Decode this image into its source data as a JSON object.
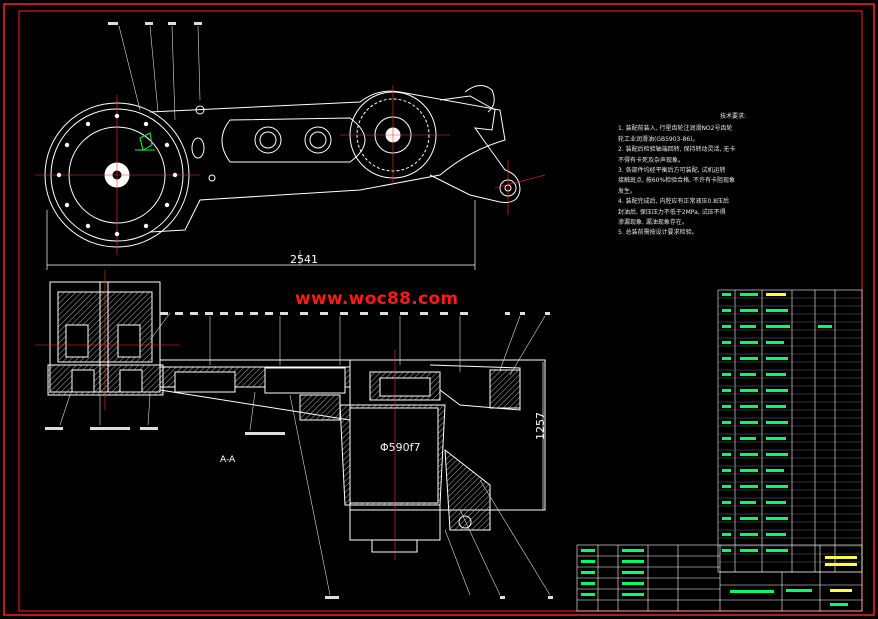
{
  "watermark": "www.woc88.com",
  "dimensions": {
    "length_top": "2541",
    "height_right": "1257",
    "diameter": "Φ590f7"
  },
  "section_label": "A-A",
  "technical_notes": {
    "title": "技术要求:",
    "lines": [
      "1. 装配前装入, 行星齿轮注润滑NO2号齿轮",
      "   轮工业润滑油(GB5903-86)。",
      "2. 装配后检验轴端回转, 保持转动灵活, 无卡",
      "   不得有卡死及杂声现象。",
      "3. 各部件均经平衡后方可装配, 试机运转",
      "   接触斑点, 按60%检验合格, 不许有卡阻现象",
      "   发生。",
      "4. 装配完成后, 内腔应有正常液压0.8压后",
      "   封油后, 保压压力不低于2MPa, 试压不得",
      "   渗漏现象, 漏油现象存在。",
      "5. 总装前需按设计要求检验。"
    ]
  },
  "colors": {
    "background": "#000000",
    "border": "#ff2020",
    "lines": "#ffffff",
    "accent_green": "#00ff40",
    "dim_red": "#ff3030",
    "hatch": "#d8d8d8",
    "table_green": "#00ff66",
    "table_yellow": "#ffff40"
  }
}
